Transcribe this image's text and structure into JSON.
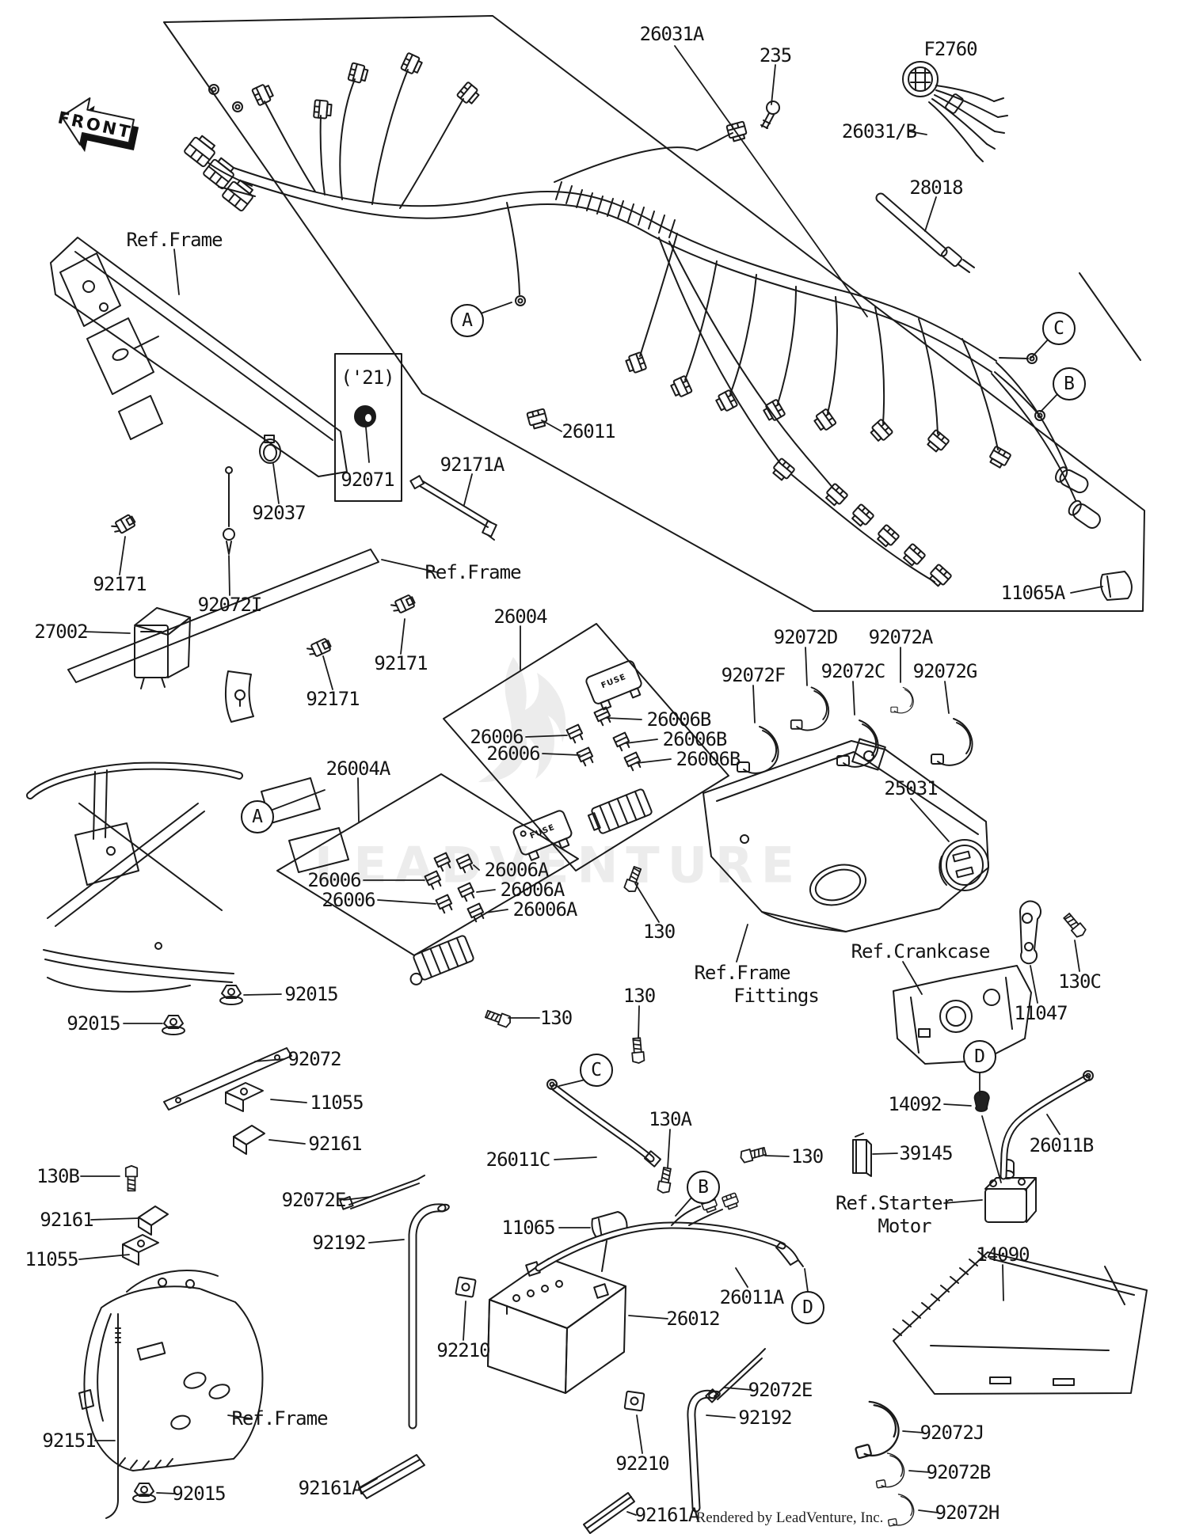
{
  "title": "Chassis Electrical Equipment parts diagram",
  "front": {
    "label": "FRONT"
  },
  "watermark": {
    "text": "LEADVENTURE"
  },
  "footer": {
    "credit": "Rendered by LeadVenture, Inc."
  },
  "fuse_box_label": "FUSE",
  "colors": {
    "line": "#1a1a1a",
    "watermark": "#ececec",
    "background": "#ffffff"
  },
  "markers": {
    "A": "A",
    "B": "B",
    "C": "C",
    "D": "D"
  },
  "labels": [
    {
      "id": "26031A",
      "text": "26031A"
    },
    {
      "id": "235",
      "text": "235"
    },
    {
      "id": "F2760",
      "text": "F2760"
    },
    {
      "id": "26031/B",
      "text": "26031/B"
    },
    {
      "id": "28018",
      "text": "28018"
    },
    {
      "id": "ref-frame-1",
      "text": "Ref.Frame"
    },
    {
      "id": "92071-year",
      "text": "('21)"
    },
    {
      "id": "92071",
      "text": "92071"
    },
    {
      "id": "92037",
      "text": "92037"
    },
    {
      "id": "92171A",
      "text": "92171A"
    },
    {
      "id": "26011",
      "text": "26011"
    },
    {
      "id": "11065A",
      "text": "11065A"
    },
    {
      "id": "92171-1",
      "text": "92171"
    },
    {
      "id": "92072I",
      "text": "92072I"
    },
    {
      "id": "27002",
      "text": "27002"
    },
    {
      "id": "ref-frame-2",
      "text": "Ref.Frame"
    },
    {
      "id": "92171-2",
      "text": "92171"
    },
    {
      "id": "92171-3",
      "text": "92171"
    },
    {
      "id": "26004",
      "text": "26004"
    },
    {
      "id": "26006-1",
      "text": "26006"
    },
    {
      "id": "26006-2",
      "text": "26006"
    },
    {
      "id": "26006B-1",
      "text": "26006B"
    },
    {
      "id": "26006B-2",
      "text": "26006B"
    },
    {
      "id": "26006B-3",
      "text": "26006B"
    },
    {
      "id": "92072F",
      "text": "92072F"
    },
    {
      "id": "92072D",
      "text": "92072D"
    },
    {
      "id": "92072C",
      "text": "92072C"
    },
    {
      "id": "92072A",
      "text": "92072A"
    },
    {
      "id": "92072G",
      "text": "92072G"
    },
    {
      "id": "25031",
      "text": "25031"
    },
    {
      "id": "26004A",
      "text": "26004A"
    },
    {
      "id": "26006-3",
      "text": "26006"
    },
    {
      "id": "26006-4",
      "text": "26006"
    },
    {
      "id": "26006A-1",
      "text": "26006A"
    },
    {
      "id": "26006A-2",
      "text": "26006A"
    },
    {
      "id": "26006A-3",
      "text": "26006A"
    },
    {
      "id": "130-1",
      "text": "130"
    },
    {
      "id": "130-2",
      "text": "130"
    },
    {
      "id": "ref-frame-fittings-1",
      "text": "Ref.Frame"
    },
    {
      "id": "ref-frame-fittings-2",
      "text": "Fittings"
    },
    {
      "id": "ref-crankcase",
      "text": "Ref.Crankcase"
    },
    {
      "id": "130C",
      "text": "130C"
    },
    {
      "id": "11047",
      "text": "11047"
    },
    {
      "id": "14092",
      "text": "14092"
    },
    {
      "id": "39145",
      "text": "39145"
    },
    {
      "id": "ref-starter-1",
      "text": "Ref.Starter"
    },
    {
      "id": "ref-starter-2",
      "text": "Motor"
    },
    {
      "id": "26011B",
      "text": "26011B"
    },
    {
      "id": "14090",
      "text": "14090"
    },
    {
      "id": "92015-1",
      "text": "92015"
    },
    {
      "id": "92015-2",
      "text": "92015"
    },
    {
      "id": "92072",
      "text": "92072"
    },
    {
      "id": "11055-2",
      "text": "11055"
    },
    {
      "id": "92161-2",
      "text": "92161"
    },
    {
      "id": "130B",
      "text": "130B"
    },
    {
      "id": "92161-1",
      "text": "92161"
    },
    {
      "id": "11055-1",
      "text": "11055"
    },
    {
      "id": "92072E-1",
      "text": "92072E"
    },
    {
      "id": "92192-1",
      "text": "92192"
    },
    {
      "id": "11065",
      "text": "11065"
    },
    {
      "id": "26011C",
      "text": "26011C"
    },
    {
      "id": "130A",
      "text": "130A"
    },
    {
      "id": "130-3",
      "text": "130"
    },
    {
      "id": "130-4",
      "text": "130"
    },
    {
      "id": "26012",
      "text": "26012"
    },
    {
      "id": "26011A",
      "text": "26011A"
    },
    {
      "id": "92210-1",
      "text": "92210"
    },
    {
      "id": "92210-2",
      "text": "92210"
    },
    {
      "id": "ref-frame-3",
      "text": "Ref.Frame"
    },
    {
      "id": "92151",
      "text": "92151"
    },
    {
      "id": "92015-3",
      "text": "92015"
    },
    {
      "id": "92161A-1",
      "text": "92161A"
    },
    {
      "id": "92161A-2",
      "text": "92161A"
    },
    {
      "id": "92072E-2",
      "text": "92072E"
    },
    {
      "id": "92192-2",
      "text": "92192"
    },
    {
      "id": "92072J",
      "text": "92072J"
    },
    {
      "id": "92072B",
      "text": "92072B"
    },
    {
      "id": "92072H",
      "text": "92072H"
    }
  ]
}
